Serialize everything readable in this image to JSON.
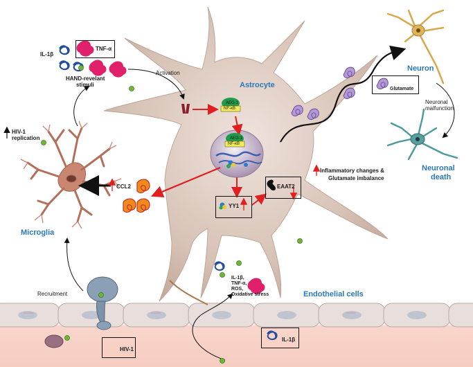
{
  "labels": {
    "il1b_top": "IL-1β",
    "tnf_top": "TNF-α",
    "hand_stimuli": [
      "HAND-revelant",
      "stimuli"
    ],
    "activation": "Activation",
    "astrocyte": "Astrocyte",
    "aeg1_a": "AEG-1",
    "nfkb_a": "NF-κB",
    "aeg1_b": "AEG-1",
    "nfkb_b": "NF-κB",
    "neuron": "Neuron",
    "glutamate": "Glutamate",
    "neuronal_malfunction": [
      "Neuronal",
      "malfunction"
    ],
    "neuronal_death": [
      "Neuronal",
      "death"
    ],
    "hiv_replication": [
      "HIV-1",
      "replication"
    ],
    "ccl2": "CCL2",
    "inflammatory": [
      "Inflammatory changes &",
      "Glutamate imbalance"
    ],
    "eaat2": "EAAT2",
    "yy1": "YY1",
    "microglia": "Microglia",
    "recruitment": "Recruitment",
    "endothelial": "Endothelial cells",
    "cytokines": [
      "IL-1β,",
      "TNF-α,",
      "ROS,",
      "Oxidative stress"
    ],
    "hiv1": "HIV-1",
    "il1b_bottom": "IL-1β"
  },
  "colors": {
    "accent_blue": "#2a78b8",
    "arrow_red": "#e02020",
    "astrocyte_fill": "#d9c3b8",
    "microglia_fill": "#c9826b",
    "aeg1_green": "#1f9a4a",
    "nfkb_yellow": "#f2ea5a",
    "tnf_pink": "#e0206a",
    "il1b_blue": "#234d9e",
    "glutamate_purple": "#b39ad6",
    "ccl2_orange": "#f08a1c",
    "virus_green": "#6fb53a",
    "endothelial_fill": "#e6dcda"
  }
}
